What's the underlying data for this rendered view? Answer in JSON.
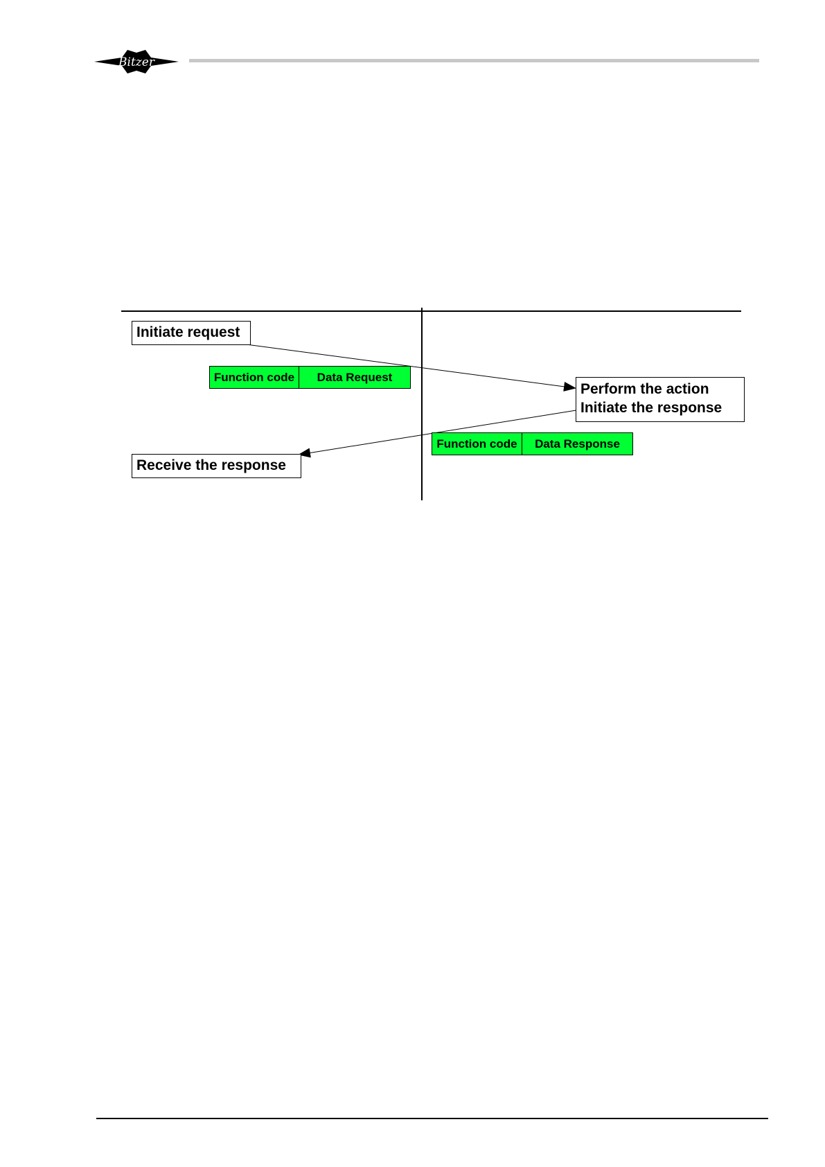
{
  "header": {
    "logo_name": "bitzer-logo",
    "logo_text": "Bitzer"
  },
  "diagram": {
    "initiate_request": "Initiate request",
    "perform_action_line1": "Perform the action",
    "perform_action_line2": "Initiate the response",
    "receive_response": "Receive the response",
    "request_frame": {
      "function_code": "Function code",
      "data": "Data Request",
      "color": "#00ff33"
    },
    "response_frame": {
      "function_code": "Function code",
      "data": "Data Response",
      "color": "#00ff33"
    }
  }
}
